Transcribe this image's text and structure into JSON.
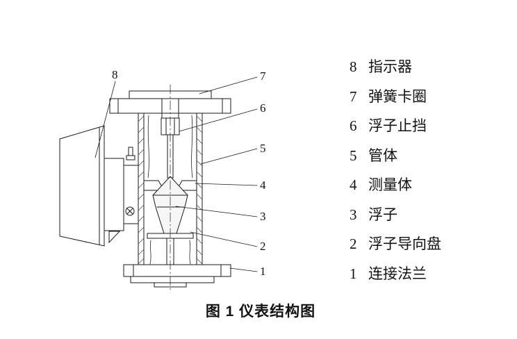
{
  "figure": {
    "caption": "图 1 仪表结构图"
  },
  "legend": {
    "items": [
      {
        "num": "8",
        "label": "指示器"
      },
      {
        "num": "7",
        "label": "弹簧卡圈"
      },
      {
        "num": "6",
        "label": "浮子止挡"
      },
      {
        "num": "5",
        "label": "管体"
      },
      {
        "num": "4",
        "label": "测量体"
      },
      {
        "num": "3",
        "label": "浮子"
      },
      {
        "num": "2",
        "label": "浮子导向盘"
      },
      {
        "num": "1",
        "label": "连接法兰"
      }
    ]
  },
  "diagram": {
    "callouts": [
      "8",
      "7",
      "6",
      "5",
      "4",
      "3",
      "2",
      "1"
    ],
    "line_color": "#1a1a1a"
  }
}
